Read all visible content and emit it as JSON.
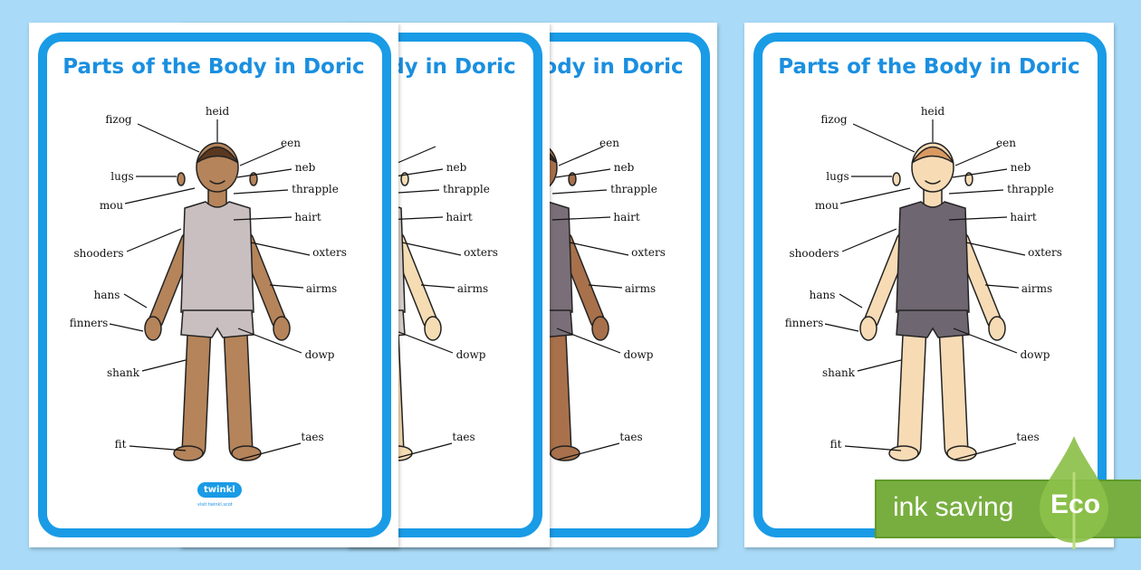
{
  "posters": [
    {
      "title": "Parts of the Body in Doric",
      "skin": "#b5845a",
      "vest": "#c9bfc0",
      "hair": "#5a3820"
    },
    {
      "title": "Parts of the Body in Doric",
      "skin": "#f5dcb3",
      "vest": "#d8d0cc",
      "hair": "#e8d48a"
    },
    {
      "title": "Parts of the Body in Doric",
      "skin": "#a8714b",
      "vest": "#7a6f78",
      "hair": "#3a2618"
    },
    {
      "title": "Parts of the Body in Doric",
      "skin": "#f6dbb5",
      "vest": "#6e6670",
      "hair": "#d99a62"
    }
  ],
  "labels": [
    "heid",
    "fizog",
    "een",
    "lugs",
    "neb",
    "thrapple",
    "mou",
    "hairt",
    "shooders",
    "oxters",
    "airms",
    "hans",
    "finners",
    "dowp",
    "shank",
    "fit",
    "taes"
  ],
  "logo": {
    "name": "twinkl",
    "sub": "visit twinkl.scot"
  },
  "badge": {
    "text": "ink saving",
    "eco": "Eco",
    "color": "#78ae3f",
    "leaf_color": "#8cc04a"
  }
}
